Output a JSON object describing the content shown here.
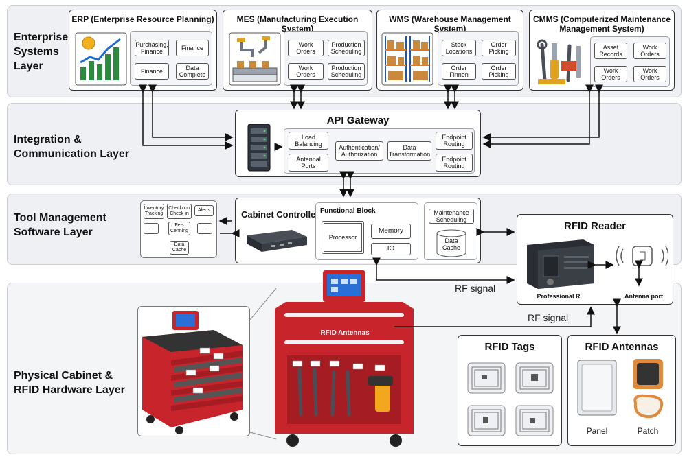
{
  "layers": {
    "enterprise": "Enterprise\nSystems\nLayer",
    "integration": "Integration &\nCommunication Layer",
    "tool_mgmt": "Tool Management\nSoftware Layer",
    "physical": "Physical Cabinet &\nRFID Hardware Layer"
  },
  "erp": {
    "title": "ERP (Enterprise Resource Planning)",
    "chips": [
      "Purchasing,\nFinance",
      "Finance",
      "Finance",
      "Data\nComplete"
    ]
  },
  "mes": {
    "title": "MES (Manufacturing Execution System)",
    "chips": [
      "Work Orders",
      "Production\nScheduling",
      "Work\nOrders",
      "Production\nScheduling"
    ]
  },
  "wms": {
    "title": "WMS (Warehouse Management System)",
    "chips": [
      "Stock\nLocations",
      "Order\nPicking",
      "Order\nFinnen",
      "Order\nPicking"
    ]
  },
  "cmms": {
    "title": "CMMS (Computerized Maintenance\nManagement System)",
    "chips": [
      "Asset\nRecords",
      "Work\nOrders",
      "Work\nOrders",
      "Work\nOrders"
    ]
  },
  "api": {
    "title": "API Gateway",
    "chips": [
      "Load\nBalancing",
      "Antennal\nPorts",
      "Authentication/\nAuthorization",
      "Data\nTransformation",
      "Endpoint\nRouting",
      "Endpoint\nRouting"
    ]
  },
  "tool_sw": {
    "chips": [
      "Inventory\nTracking",
      "Checkout/\nCheck-in",
      "Alerts",
      "...",
      "Fels\nCenning",
      "...",
      "Data\nCache"
    ]
  },
  "cabinet_controller": {
    "title": "Cabinet Controller",
    "functional_block": "Functional Block",
    "processor": "Processor",
    "memory": "Memory",
    "io": "IO",
    "maintenance": "Maintenance\nScheduling",
    "data_cache": "Data\nCache"
  },
  "rfid_reader": {
    "title": "RFID Reader",
    "device_label": "Professional R",
    "antenna_label": "Antenna port"
  },
  "rf_signal_1": "RF signal",
  "rf_signal_2": "RF signal",
  "cabinet": {
    "banner": "RFID Antennas"
  },
  "rfid_tags": {
    "title": "RFID Tags"
  },
  "rfid_antennas": {
    "title": "RFID Antennas",
    "panel": "Panel",
    "patch": "Patch"
  },
  "colors": {
    "cabinet_red": "#c8242b",
    "panel_bg": "#eef0f4",
    "screen": "#2a6fd6"
  },
  "icons": [
    "growth-chart-icon",
    "factory-robot-icon",
    "warehouse-shelves-icon",
    "tools-icon",
    "server-rack-icon",
    "mini-pc-icon",
    "rfid-reader-device-icon",
    "wireless-tag-icon",
    "tool-cabinet-icon"
  ]
}
